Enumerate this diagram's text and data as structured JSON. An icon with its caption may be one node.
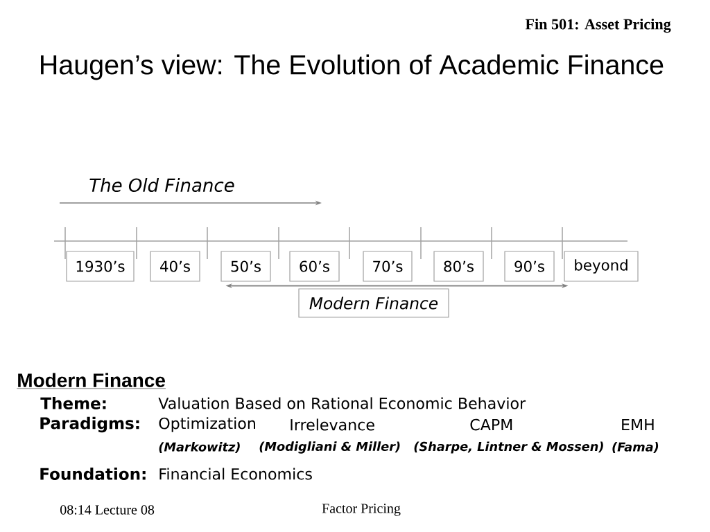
{
  "diagram": {
    "title": "Haugen’s view: The Evolution of Academic Finance",
    "nodes": [
      {
        "text": [
          "1930’s"
        ]
      },
      {
        "text": [
          "40’s"
        ]
      },
      {
        "text": [
          "50’s"
        ]
      },
      {
        "text": [
          "60’s"
        ]
      },
      {
        "text": [
          "70’s"
        ]
      },
      {
        "text": [
          "80’s"
        ]
      },
      {
        "text": [
          "90’s"
        ]
      },
      {
        "text": [
          "beyond"
        ]
      },
      {
        "text": [
          "Modern Finance"
        ]
      }
    ],
    "edges": [
      {
        "from": 2,
        "to": 7,
        "arrow": "both"
      }
    ],
    "labels": [
      "Fin 501: Asset Pricing",
      "The Old Finance",
      "Modern Finance",
      "Theme:",
      "Valuation Based on Rational Economic Behavior",
      "Paradigms:",
      "Optimization",
      "Irrelevance",
      "CAPM",
      "EMH",
      "(Markowitz)",
      "(Modigliani & Miller)",
      "(Sharpe, Lintner & Mossen)",
      "(Fama)",
      "Foundation:",
      "Financial Economics",
      "08:14 Lecture 08",
      "Factor Pricing"
    ]
  }
}
